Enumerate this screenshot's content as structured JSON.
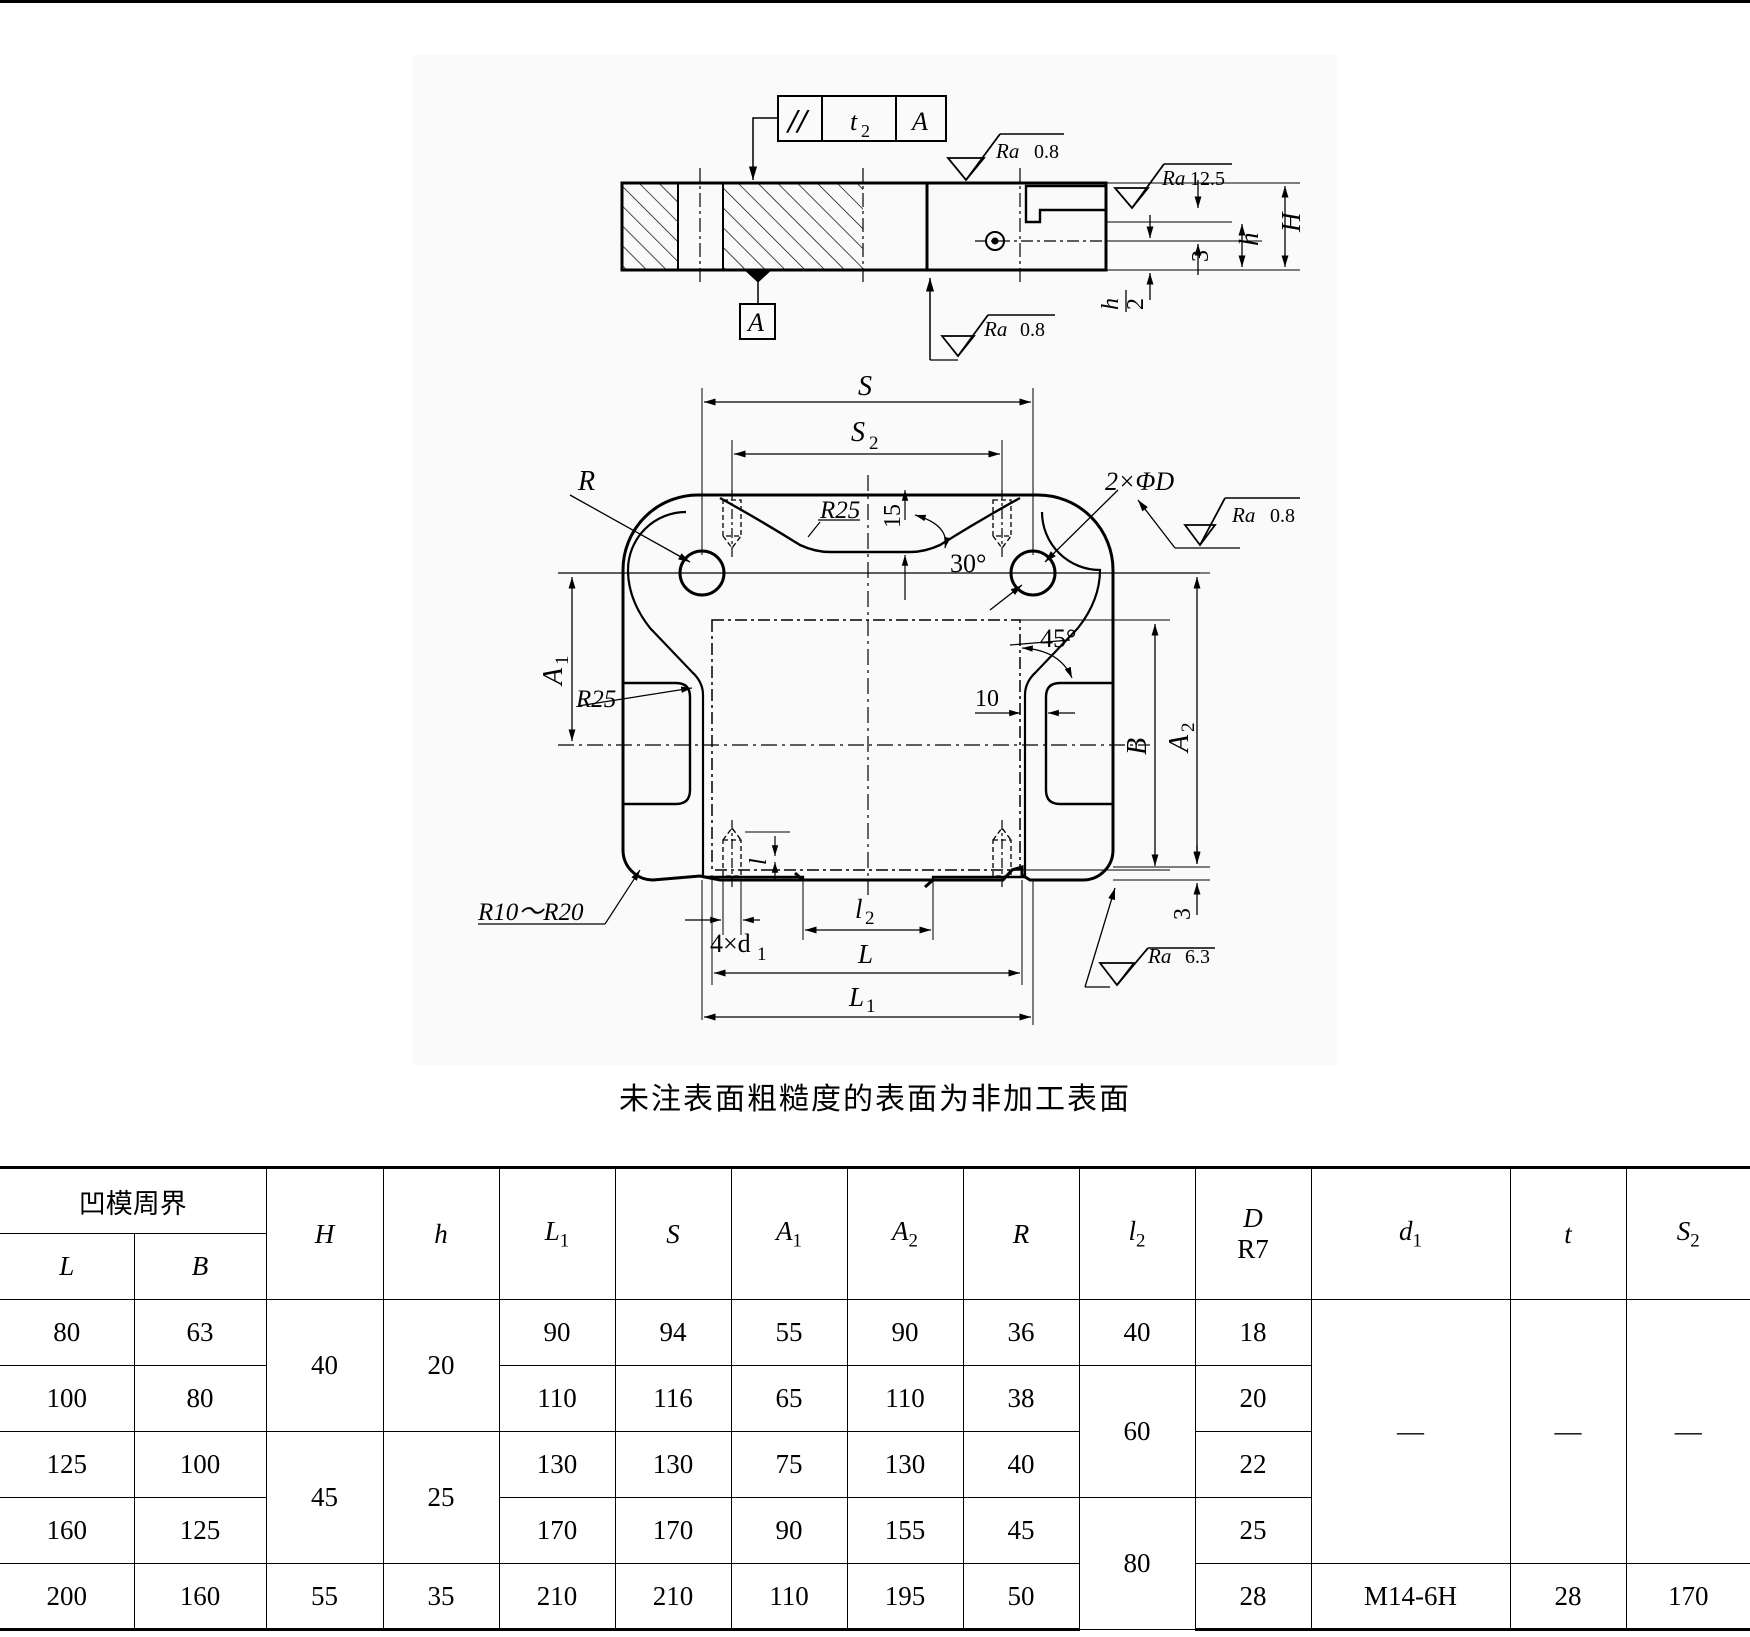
{
  "drawing": {
    "flatness_frame": {
      "symbol": "//",
      "tolerance": "t",
      "tolerance_sub": "2",
      "datum": "A"
    },
    "datum_box": "A",
    "roughness_08_a": {
      "ra": "Ra",
      "value": "0.8"
    },
    "roughness_125": {
      "ra": "Ra",
      "value": "12.5"
    },
    "roughness_08_b": {
      "ra": "Ra",
      "value": "0.8"
    },
    "roughness_08_c": {
      "ra": "Ra",
      "value": "0.8"
    },
    "roughness_63": {
      "ra": "Ra",
      "value": "6.3"
    },
    "dim_H": "H",
    "dim_h": "h",
    "dim_3_top": "3",
    "dim_h2_num": "h",
    "dim_h2_den": "2",
    "dim_S": "S",
    "dim_S2": "S",
    "dim_S2_sub": "2",
    "dim_R": "R",
    "dim_R25_top": "R25",
    "dim_15": "15",
    "dim_30": "30°",
    "dim_2xD": "2×ΦD",
    "dim_A1": "A",
    "dim_A1_sub": "1",
    "dim_45": "45°",
    "dim_R25_left": "R25",
    "dim_10": "10",
    "dim_B": "B",
    "dim_A2": "A",
    "dim_A2_sub": "2",
    "dim_l": "l",
    "dim_3_bottom": "3",
    "dim_R10": "R10～R20",
    "dim_l2": "l",
    "dim_l2_sub": "2",
    "dim_4xd1": "4×d",
    "dim_4xd1_sub": "1",
    "dim_L": "L",
    "dim_L1": "L",
    "dim_L1_sub": "1"
  },
  "caption": "未注表面粗糙度的表面为非加工表面",
  "table": {
    "group_header": "凹模周界",
    "col_L": "L",
    "col_B": "B",
    "col_H": "H",
    "col_h": "h",
    "col_L1": "L",
    "col_L1_sub": "1",
    "col_S": "S",
    "col_A1": "A",
    "col_A1_sub": "1",
    "col_A2": "A",
    "col_A2_sub": "2",
    "col_R": "R",
    "col_l2": "l",
    "col_l2_sub": "2",
    "col_D": "D",
    "col_D_tol": "R7",
    "col_d1": "d",
    "col_d1_sub": "1",
    "col_t": "t",
    "col_S2": "S",
    "col_S2_sub": "2",
    "rows": [
      {
        "L": "80",
        "B": "63",
        "L1": "90",
        "S": "94",
        "A1": "55",
        "A2": "90",
        "R": "36",
        "D": "18"
      },
      {
        "L": "100",
        "B": "80",
        "L1": "110",
        "S": "116",
        "A1": "65",
        "A2": "110",
        "R": "38",
        "D": "20"
      },
      {
        "L": "125",
        "B": "100",
        "L1": "130",
        "S": "130",
        "A1": "75",
        "A2": "130",
        "R": "40",
        "D": "22"
      },
      {
        "L": "160",
        "B": "125",
        "L1": "170",
        "S": "170",
        "A1": "90",
        "A2": "155",
        "R": "45",
        "D": "25"
      },
      {
        "L": "200",
        "B": "160",
        "H": "55",
        "h": "35",
        "L1": "210",
        "S": "210",
        "A1": "110",
        "A2": "195",
        "R": "50",
        "D": "28",
        "d1": "M14-6H",
        "t": "28",
        "S2": "170"
      }
    ],
    "H_group1": "40",
    "h_group1": "20",
    "H_group2": "45",
    "h_group2": "25",
    "l2_r1": "40",
    "l2_group2": "60",
    "l2_group3": "80",
    "dash_d1": "—",
    "dash_t": "—",
    "dash_S2": "—"
  }
}
